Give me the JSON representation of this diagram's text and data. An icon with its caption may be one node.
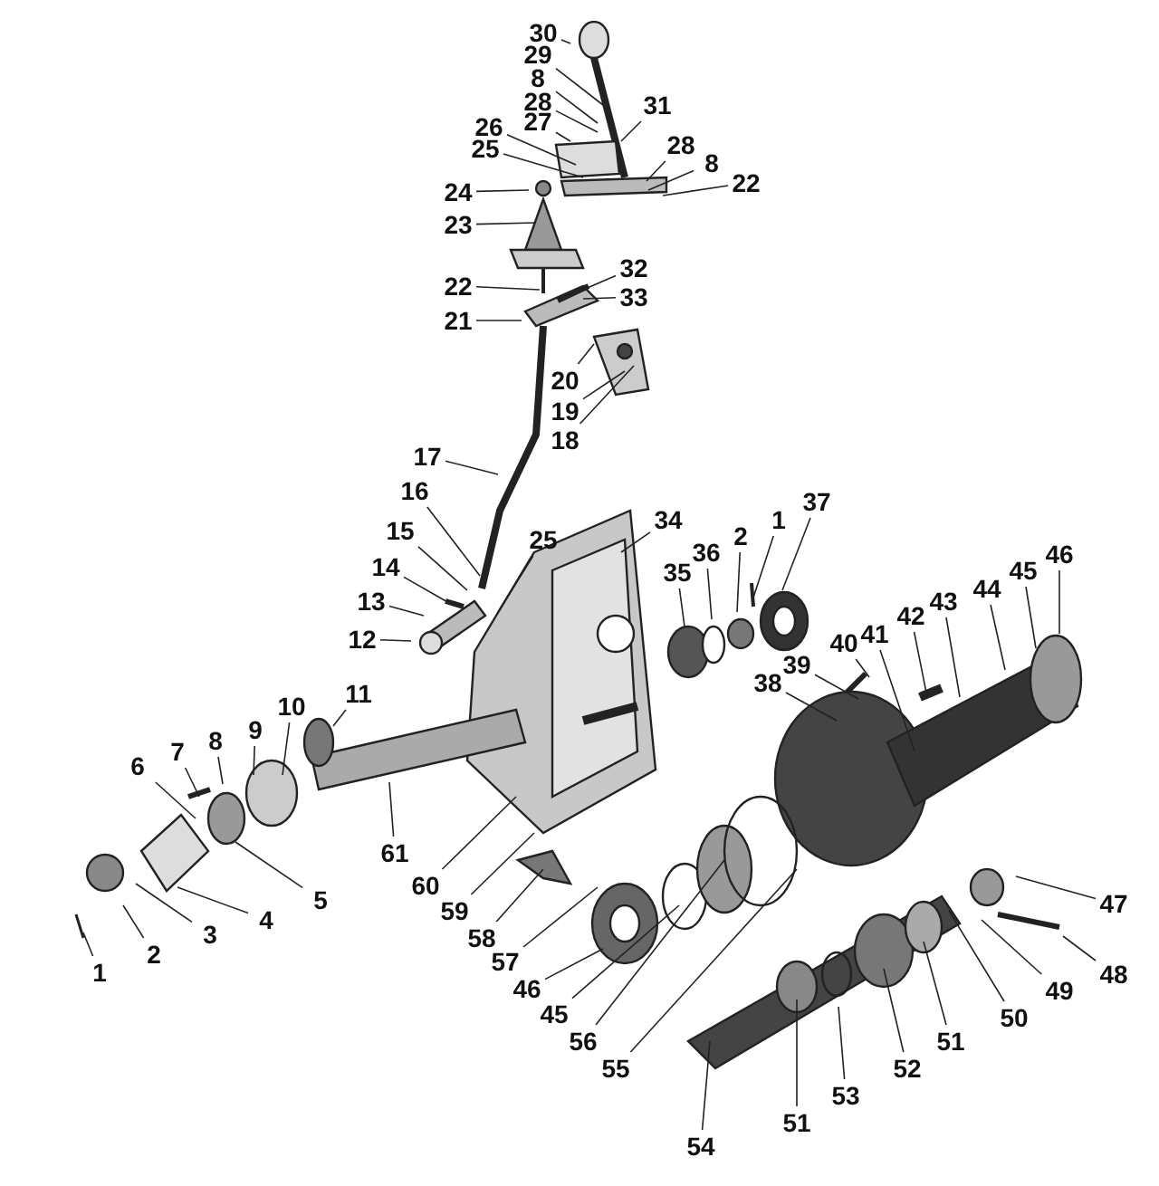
{
  "diagram": {
    "nodes": [
      {
        "text": [
          "30"
        ]
      },
      {
        "text": [
          "29"
        ]
      },
      {
        "text": [
          "8"
        ]
      },
      {
        "text": [
          "28"
        ]
      },
      {
        "text": [
          "26"
        ]
      },
      {
        "text": [
          "27"
        ]
      },
      {
        "text": [
          "25"
        ]
      },
      {
        "text": [
          "31"
        ]
      },
      {
        "text": [
          "28"
        ]
      },
      {
        "text": [
          "8"
        ]
      },
      {
        "text": [
          "22"
        ]
      },
      {
        "text": [
          "24"
        ]
      },
      {
        "text": [
          "23"
        ]
      },
      {
        "text": [
          "22"
        ]
      },
      {
        "text": [
          "32"
        ]
      },
      {
        "text": [
          "33"
        ]
      },
      {
        "text": [
          "21"
        ]
      },
      {
        "text": [
          "20"
        ]
      },
      {
        "text": [
          "19"
        ]
      },
      {
        "text": [
          "18"
        ]
      },
      {
        "text": [
          "17"
        ]
      },
      {
        "text": [
          "16"
        ]
      },
      {
        "text": [
          "15"
        ]
      },
      {
        "text": [
          "14"
        ]
      },
      {
        "text": [
          "13"
        ]
      },
      {
        "text": [
          "12"
        ]
      },
      {
        "text": [
          "25"
        ]
      },
      {
        "text": [
          "34"
        ]
      },
      {
        "text": [
          "35"
        ]
      },
      {
        "text": [
          "36"
        ]
      },
      {
        "text": [
          "2"
        ]
      },
      {
        "text": [
          "1"
        ]
      },
      {
        "text": [
          "37"
        ]
      },
      {
        "text": [
          "38"
        ]
      },
      {
        "text": [
          "39"
        ]
      },
      {
        "text": [
          "40"
        ]
      },
      {
        "text": [
          "41"
        ]
      },
      {
        "text": [
          "42"
        ]
      },
      {
        "text": [
          "43"
        ]
      },
      {
        "text": [
          "44"
        ]
      },
      {
        "text": [
          "45"
        ]
      },
      {
        "text": [
          "46"
        ]
      },
      {
        "text": [
          "11"
        ]
      },
      {
        "text": [
          "10"
        ]
      },
      {
        "text": [
          "9"
        ]
      },
      {
        "text": [
          "8"
        ]
      },
      {
        "text": [
          "7"
        ]
      },
      {
        "text": [
          "6"
        ]
      },
      {
        "text": [
          "5"
        ]
      },
      {
        "text": [
          "4"
        ]
      },
      {
        "text": [
          "3"
        ]
      },
      {
        "text": [
          "2"
        ]
      },
      {
        "text": [
          "1"
        ]
      },
      {
        "text": [
          "61"
        ]
      },
      {
        "text": [
          "60"
        ]
      },
      {
        "text": [
          "59"
        ]
      },
      {
        "text": [
          "58"
        ]
      },
      {
        "text": [
          "57"
        ]
      },
      {
        "text": [
          "46"
        ]
      },
      {
        "text": [
          "45"
        ]
      },
      {
        "text": [
          "56"
        ]
      },
      {
        "text": [
          "55"
        ]
      },
      {
        "text": [
          "54"
        ]
      },
      {
        "text": [
          "51"
        ]
      },
      {
        "text": [
          "53"
        ]
      },
      {
        "text": [
          "52"
        ]
      },
      {
        "text": [
          "51"
        ]
      },
      {
        "text": [
          "50"
        ]
      },
      {
        "text": [
          "49"
        ]
      },
      {
        "text": [
          "48"
        ]
      },
      {
        "text": [
          "47"
        ]
      }
    ],
    "edges": [
      {
        "from": 0,
        "to": null,
        "arrow": "none"
      },
      {
        "from": 1,
        "to": null,
        "arrow": "none"
      },
      {
        "from": 2,
        "to": null,
        "arrow": "none"
      },
      {
        "from": 3,
        "to": null,
        "arrow": "none"
      },
      {
        "from": 4,
        "to": null,
        "arrow": "none"
      },
      {
        "from": 5,
        "to": null,
        "arrow": "none"
      },
      {
        "from": 6,
        "to": null,
        "arrow": "none"
      },
      {
        "from": 7,
        "to": null,
        "arrow": "none"
      },
      {
        "from": 8,
        "to": null,
        "arrow": "none"
      },
      {
        "from": 9,
        "to": null,
        "arrow": "none"
      },
      {
        "from": 10,
        "to": null,
        "arrow": "none"
      },
      {
        "from": 11,
        "to": null,
        "arrow": "none"
      },
      {
        "from": 12,
        "to": null,
        "arrow": "none"
      },
      {
        "from": 13,
        "to": null,
        "arrow": "none"
      },
      {
        "from": 14,
        "to": null,
        "arrow": "none"
      },
      {
        "from": 15,
        "to": null,
        "arrow": "none"
      },
      {
        "from": 16,
        "to": null,
        "arrow": "none"
      },
      {
        "from": 17,
        "to": null,
        "arrow": "none"
      },
      {
        "from": 18,
        "to": null,
        "arrow": "none"
      },
      {
        "from": 19,
        "to": null,
        "arrow": "none"
      },
      {
        "from": 20,
        "to": null,
        "arrow": "none"
      },
      {
        "from": 21,
        "to": null,
        "arrow": "none"
      },
      {
        "from": 22,
        "to": null,
        "arrow": "none"
      },
      {
        "from": 23,
        "to": null,
        "arrow": "none"
      },
      {
        "from": 24,
        "to": null,
        "arrow": "none"
      },
      {
        "from": 25,
        "to": null,
        "arrow": "none"
      },
      {
        "from": 26,
        "to": null,
        "arrow": "none"
      },
      {
        "from": 27,
        "to": null,
        "arrow": "none"
      },
      {
        "from": 28,
        "to": null,
        "arrow": "none"
      },
      {
        "from": 29,
        "to": null,
        "arrow": "none"
      },
      {
        "from": 30,
        "to": null,
        "arrow": "none"
      },
      {
        "from": 31,
        "to": null,
        "arrow": "none"
      },
      {
        "from": 32,
        "to": null,
        "arrow": "none"
      },
      {
        "from": 33,
        "to": null,
        "arrow": "none"
      },
      {
        "from": 34,
        "to": null,
        "arrow": "none"
      },
      {
        "from": 35,
        "to": null,
        "arrow": "none"
      },
      {
        "from": 36,
        "to": null,
        "arrow": "none"
      },
      {
        "from": 37,
        "to": null,
        "arrow": "none"
      },
      {
        "from": 38,
        "to": null,
        "arrow": "none"
      },
      {
        "from": 39,
        "to": null,
        "arrow": "none"
      },
      {
        "from": 40,
        "to": null,
        "arrow": "none"
      },
      {
        "from": 41,
        "to": null,
        "arrow": "none"
      },
      {
        "from": 42,
        "to": null,
        "arrow": "none"
      },
      {
        "from": 43,
        "to": null,
        "arrow": "none"
      },
      {
        "from": 44,
        "to": null,
        "arrow": "none"
      },
      {
        "from": 45,
        "to": null,
        "arrow": "none"
      },
      {
        "from": 46,
        "to": null,
        "arrow": "none"
      },
      {
        "from": 47,
        "to": null,
        "arrow": "none"
      },
      {
        "from": 48,
        "to": null,
        "arrow": "none"
      },
      {
        "from": 49,
        "to": null,
        "arrow": "none"
      },
      {
        "from": 50,
        "to": null,
        "arrow": "none"
      },
      {
        "from": 51,
        "to": null,
        "arrow": "none"
      },
      {
        "from": 52,
        "to": null,
        "arrow": "none"
      },
      {
        "from": 53,
        "to": null,
        "arrow": "none"
      },
      {
        "from": 54,
        "to": null,
        "arrow": "none"
      },
      {
        "from": 55,
        "to": null,
        "arrow": "none"
      },
      {
        "from": 56,
        "to": null,
        "arrow": "none"
      },
      {
        "from": 57,
        "to": null,
        "arrow": "none"
      },
      {
        "from": 58,
        "to": null,
        "arrow": "none"
      },
      {
        "from": 59,
        "to": null,
        "arrow": "none"
      },
      {
        "from": 60,
        "to": null,
        "arrow": "none"
      },
      {
        "from": 61,
        "to": null,
        "arrow": "none"
      },
      {
        "from": 62,
        "to": null,
        "arrow": "none"
      },
      {
        "from": 63,
        "to": null,
        "arrow": "none"
      },
      {
        "from": 64,
        "to": null,
        "arrow": "none"
      },
      {
        "from": 65,
        "to": null,
        "arrow": "none"
      },
      {
        "from": 66,
        "to": null,
        "arrow": "none"
      },
      {
        "from": 67,
        "to": null,
        "arrow": "none"
      },
      {
        "from": 68,
        "to": null,
        "arrow": "none"
      },
      {
        "from": 69,
        "to": null,
        "arrow": "none"
      },
      {
        "from": 70,
        "to": null,
        "arrow": "none"
      }
    ]
  }
}
